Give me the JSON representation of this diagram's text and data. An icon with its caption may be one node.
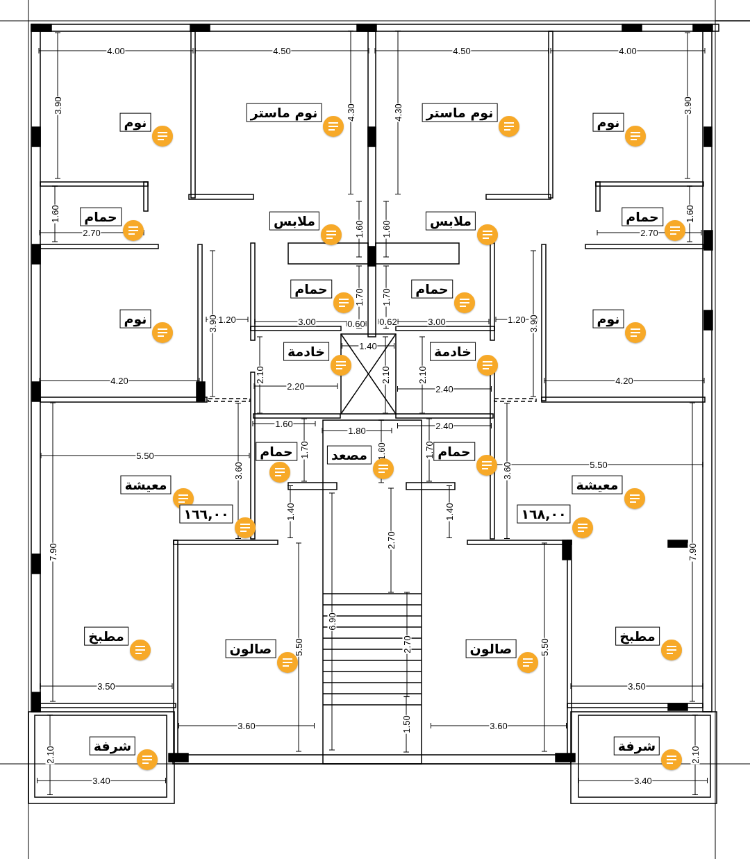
{
  "diagram": {
    "nodes": [
      {
        "text": [
          "نوم"
        ]
      },
      {
        "text": [
          "نوم ماستر"
        ]
      },
      {
        "text": [
          "نوم ماستر"
        ]
      },
      {
        "text": [
          "نوم"
        ]
      },
      {
        "text": [
          "حمام"
        ]
      },
      {
        "text": [
          "ملابس"
        ]
      },
      {
        "text": [
          "ملابس"
        ]
      },
      {
        "text": [
          "حمام"
        ]
      },
      {
        "text": [
          "حمام"
        ]
      },
      {
        "text": [
          "حمام"
        ]
      },
      {
        "text": [
          "نوم"
        ]
      },
      {
        "text": [
          "نوم"
        ]
      },
      {
        "text": [
          "خادمة"
        ]
      },
      {
        "text": [
          "خادمة"
        ]
      },
      {
        "text": [
          "حمام"
        ]
      },
      {
        "text": [
          "مصعد"
        ]
      },
      {
        "text": [
          "حمام"
        ]
      },
      {
        "text": [
          "معيشة"
        ]
      },
      {
        "text": [
          "معيشة"
        ]
      },
      {
        "text": [
          "١٦٦,٠٠"
        ]
      },
      {
        "text": [
          "١٦٨,٠٠"
        ]
      },
      {
        "text": [
          "مطبخ"
        ]
      },
      {
        "text": [
          "مطبخ"
        ]
      },
      {
        "text": [
          "صالون"
        ]
      },
      {
        "text": [
          "صالون"
        ]
      },
      {
        "text": [
          "شرفة"
        ]
      },
      {
        "text": [
          "شرفة"
        ]
      }
    ],
    "labels": [
      "4.00",
      "4.50",
      "4.50",
      "4.00",
      "3.90",
      "4.30",
      "4.30",
      "3.90",
      "1.60",
      "2.70",
      "1.60",
      "1.60",
      "2.70",
      "1.60",
      "1.70",
      "1.70",
      "3.90",
      "1.20",
      "3.00",
      "0.60",
      "0.62",
      "3.00",
      "1.20",
      "3.90",
      "1.40",
      "2.10",
      "2.10",
      "2.10",
      "4.20",
      "4.20",
      "2.20",
      "2.40",
      "1.60",
      "1.80",
      "2.40",
      "1.70",
      "1.60",
      "1.70",
      "5.50",
      "5.50",
      "3.60",
      "3.60",
      "1.40",
      "1.40",
      "2.70",
      "7.90",
      "7.90",
      "5.50",
      "6.90",
      "2.70",
      "5.50",
      "3.50",
      "3.50",
      "1.50",
      "3.60",
      "3.60",
      "2.10",
      "2.10",
      "3.40",
      "3.40"
    ]
  }
}
